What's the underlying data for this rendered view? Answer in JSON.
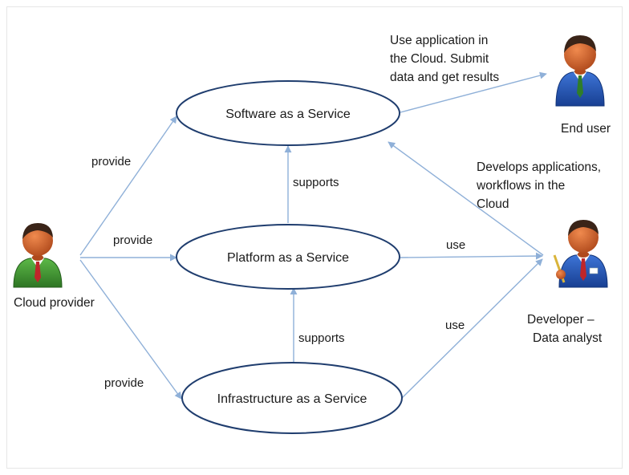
{
  "nodes": {
    "saas": "Software as a Service",
    "paas": "Platform as a Service",
    "iaas": "Infrastructure as a Service"
  },
  "actors": {
    "cloud_provider": "Cloud provider",
    "end_user": "End user",
    "developer_line1": "Developer –",
    "developer_line2": "Data analyst"
  },
  "edges": {
    "provide_saas": "provide",
    "provide_paas": "provide",
    "provide_iaas": "provide",
    "supports_paas_saas": "supports",
    "supports_iaas_paas": "supports",
    "use_paas": "use",
    "use_iaas": "use"
  },
  "notes": {
    "end_user_line1": "Use application in",
    "end_user_line2": "the Cloud. Submit",
    "end_user_line3": "data and get results",
    "developer_line1": "Develops applications,",
    "developer_line2": "workflows in the",
    "developer_line3": "Cloud"
  },
  "colors": {
    "ellipse_stroke": "#1f3d6e",
    "arrow": "#8fb0d8",
    "provider_suit": "#3a8a2e",
    "user_suit": "#1e4fb0",
    "skin": "#c45a2a",
    "hair": "#3a2418"
  },
  "icons": {
    "cloud_provider": "person-green-suit-icon",
    "end_user": "person-blue-suit-icon",
    "developer": "person-blue-suit-pen-icon"
  }
}
